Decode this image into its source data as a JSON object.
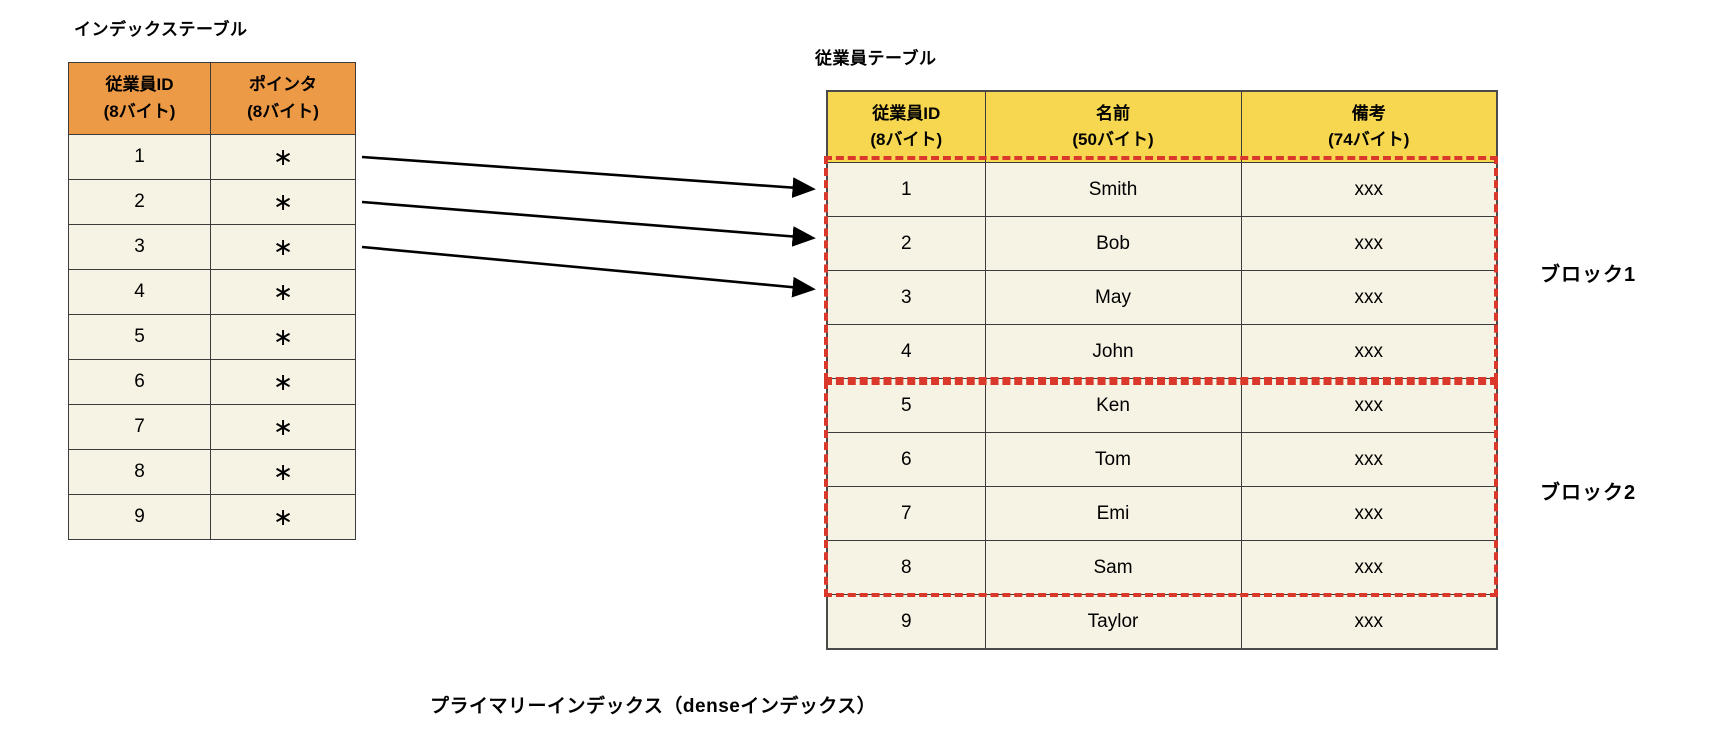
{
  "caption": "プライマリーインデックス（denseインデックス）",
  "index_table": {
    "title": "インデックステーブル",
    "columns": [
      {
        "name": "従業員ID",
        "size": "(8バイト)"
      },
      {
        "name": "ポインタ",
        "size": "(8バイト)"
      }
    ],
    "rows": [
      {
        "id": "1",
        "pointer": "∗"
      },
      {
        "id": "2",
        "pointer": "∗"
      },
      {
        "id": "3",
        "pointer": "∗"
      },
      {
        "id": "4",
        "pointer": "∗"
      },
      {
        "id": "5",
        "pointer": "∗"
      },
      {
        "id": "6",
        "pointer": "∗"
      },
      {
        "id": "7",
        "pointer": "∗"
      },
      {
        "id": "8",
        "pointer": "∗"
      },
      {
        "id": "9",
        "pointer": "∗"
      }
    ]
  },
  "employee_table": {
    "title": "従業員テーブル",
    "columns": [
      {
        "name": "従業員ID",
        "size": "(8バイト)"
      },
      {
        "name": "名前",
        "size": "(50バイト)"
      },
      {
        "name": "備考",
        "size": "(74バイト)"
      }
    ],
    "rows": [
      {
        "id": "1",
        "name": "Smith",
        "note": "xxx"
      },
      {
        "id": "2",
        "name": "Bob",
        "note": "xxx"
      },
      {
        "id": "3",
        "name": "May",
        "note": "xxx"
      },
      {
        "id": "4",
        "name": "John",
        "note": "xxx"
      },
      {
        "id": "5",
        "name": "Ken",
        "note": "xxx"
      },
      {
        "id": "6",
        "name": "Tom",
        "note": "xxx"
      },
      {
        "id": "7",
        "name": "Emi",
        "note": "xxx"
      },
      {
        "id": "8",
        "name": "Sam",
        "note": "xxx"
      },
      {
        "id": "9",
        "name": "Taylor",
        "note": "xxx"
      }
    ]
  },
  "blocks": [
    {
      "label": "ブロック1"
    },
    {
      "label": "ブロック2"
    }
  ],
  "arrows": [
    {
      "from_index_row": "1",
      "to_employee_row": "1"
    },
    {
      "from_index_row": "2",
      "to_employee_row": "2"
    },
    {
      "from_index_row": "3",
      "to_employee_row": "3"
    }
  ],
  "colors": {
    "index_header_bg": "#ED9A47",
    "employee_header_bg": "#F6D74F",
    "cell_bg": "#F7F3E4",
    "block_dashed_border": "#D9382A",
    "table_border": "#3B3B3B",
    "arrow": "#000000"
  }
}
